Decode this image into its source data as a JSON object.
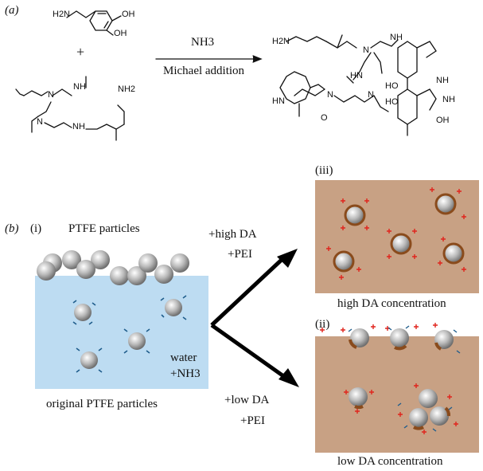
{
  "panel_a": {
    "label": "(a)",
    "reagent": "NH3",
    "reaction": "Michael addition",
    "plus": "+",
    "chem_labels": {
      "dopamine_nh2": "H2N",
      "dopamine_oh_top": "OH",
      "dopamine_oh_bottom": "OH",
      "pei_nh_top": "NH",
      "pei_n_left": "N",
      "pei_n_lower": "N",
      "pei_nh_lower": "NH",
      "pei_nh2": "NH2",
      "prod_h2n": "H2N",
      "prod_n_top": "N",
      "prod_nh_top": "NH",
      "prod_hn_mid": "HN",
      "prod_nh_right": "NH",
      "prod_ho_1": "HO",
      "prod_ho_2": "HO",
      "prod_oh_3": "OH",
      "prod_hn_left": "HN",
      "prod_n_eq": "N",
      "prod_n_bottom": "N",
      "prod_o": "O",
      "prod_nh_indoline": "NH"
    }
  },
  "panel_b": {
    "label": "(b)",
    "sub_i": "(i)",
    "sub_ii": "(ii)",
    "sub_iii": "(iii)",
    "ptfe_particles": "PTFE particles",
    "water": "water",
    "nh3": "+NH3",
    "original": "original PTFE particles",
    "high_da": "+high DA",
    "high_pei": "+PEI",
    "low_da": "+low DA",
    "low_pei": "+PEI",
    "high_conc": "high DA concentration",
    "low_conc": "low DA concentration"
  },
  "colors": {
    "water_blue": "#bddcf2",
    "brown_bg": "#c8a184",
    "coating_brown": "#8a4b1c",
    "charge_red": "#e0241c",
    "dash_blue": "#1f5d8c"
  }
}
